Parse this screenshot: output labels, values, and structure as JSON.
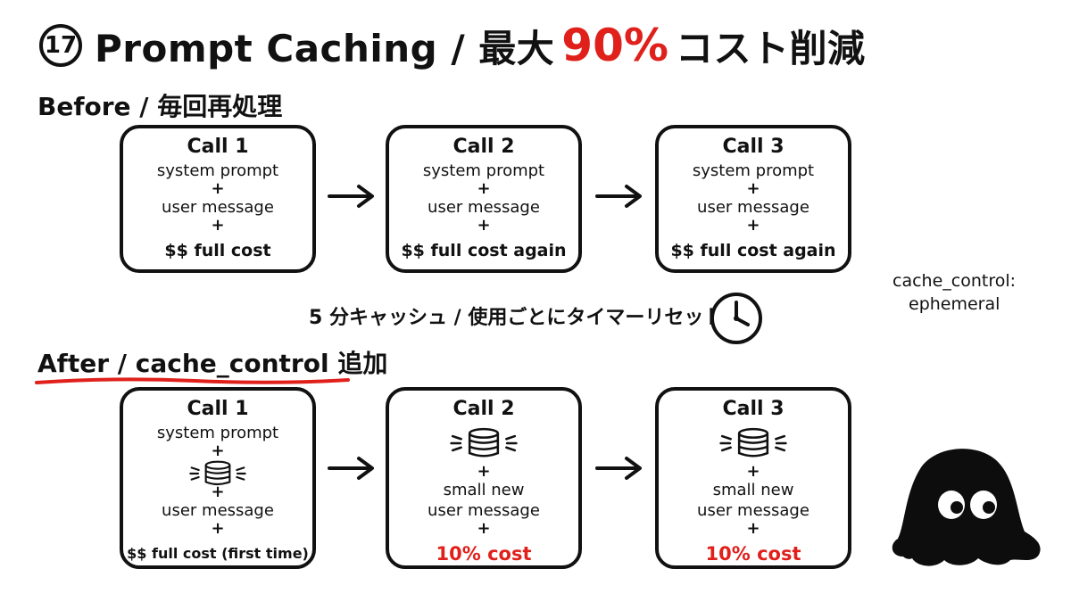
{
  "title": {
    "number": "17",
    "text": "Prompt Caching / 最大",
    "highlight": "90%",
    "suffix": "コスト削減"
  },
  "before": {
    "label": "Before / 毎回再処理",
    "calls": [
      {
        "name": "Call 1",
        "line1": "system prompt",
        "plus1": "+",
        "line2": "user message",
        "plus2": "+",
        "cost": "$$ full cost"
      },
      {
        "name": "Call 2",
        "line1": "system prompt",
        "plus1": "+",
        "line2": "user message",
        "plus2": "+",
        "cost": "$$ full cost again"
      },
      {
        "name": "Call 3",
        "line1": "system prompt",
        "plus1": "+",
        "line2": "user message",
        "plus2": "+",
        "cost": "$$ full cost again"
      }
    ]
  },
  "cache_note": "5 分キャッシュ / 使用ごとにタイマーリセット",
  "side_note": {
    "line1": "cache_control:",
    "line2": "ephemeral"
  },
  "after": {
    "label": "After / cache_control 追加",
    "calls": [
      {
        "name": "Call 1",
        "line1": "system prompt",
        "plus1": "+",
        "plus2": "+",
        "line2": "user message",
        "plus3": "+",
        "cost": "$$ full cost (first time)"
      },
      {
        "name": "Call 2",
        "plus1": "+",
        "line1": "small new",
        "line2": "user message",
        "plus2": "+",
        "cost": "10% cost"
      },
      {
        "name": "Call 3",
        "plus1": "+",
        "line1": "small new",
        "line2": "user message",
        "plus2": "+",
        "cost": "10% cost"
      }
    ]
  },
  "colors": {
    "accent": "#e0201b",
    "ink": "#111111"
  },
  "icons": [
    "database-icon",
    "clock-icon",
    "arrow-right-icon",
    "mascot-blob-icon"
  ]
}
